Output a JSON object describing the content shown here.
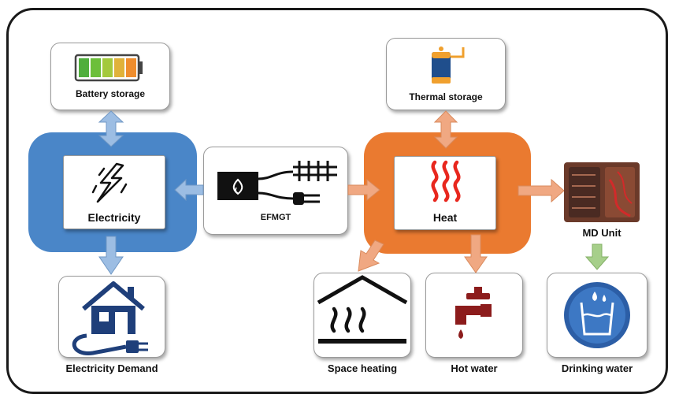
{
  "nodes": {
    "battery_storage": "Battery storage",
    "electricity": "Electricity",
    "efmgt": "EFMGT",
    "thermal_storage": "Thermal storage",
    "heat": "Heat",
    "md_unit": "MD Unit",
    "electricity_demand": "Electricity Demand",
    "space_heating": "Space heating",
    "hot_water": "Hot water",
    "drinking_water": "Drinking water"
  },
  "colors": {
    "electricity_hub": "#4a86c8",
    "heat_hub": "#ea7a30",
    "blue_arrow": "#9cbde3",
    "orange_arrow": "#f0a882",
    "green_arrow": "#a6cf8a",
    "frame": "#1a1a1a"
  },
  "icons": {
    "battery": "battery-icon",
    "lightning": "lightning-icon",
    "generator": "generator-icon",
    "tank": "thermal-tank-icon",
    "heat_waves": "heat-waves-icon",
    "md_unit": "md-unit-photo",
    "house": "house-plug-icon",
    "space_heating": "space-heating-icon",
    "faucet": "faucet-icon",
    "water_glass": "water-glass-icon"
  }
}
